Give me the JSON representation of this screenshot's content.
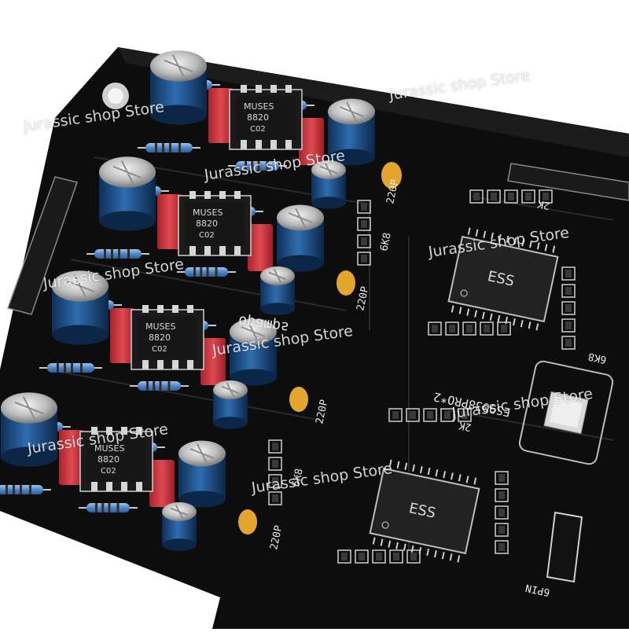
{
  "watermark": "Jurassic shop Store",
  "opamp_marking": {
    "brand": "MUSES",
    "model": "8820",
    "code": "C02"
  },
  "silkscreen": {
    "cap_220p": "220P",
    "res_6k8": "6K8",
    "res_2k": "2K",
    "dac_chip": "ES9038PRO*2",
    "connector": "6PIN",
    "opamp_section": "opamps"
  },
  "colors": {
    "board": "#0d0d0d",
    "capacitor_blue": "#1f4f8a",
    "film_cap_red": "#c8323a",
    "tantalum": "#e3a52c",
    "silkscreen": "#e9e9e9"
  }
}
